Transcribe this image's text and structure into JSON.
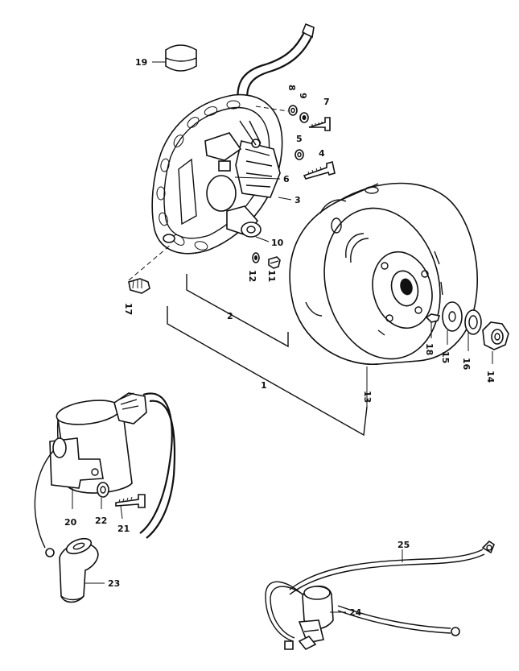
{
  "diagram": {
    "callouts": [
      {
        "id": "c1",
        "text": "1"
      },
      {
        "id": "c2",
        "text": "2"
      },
      {
        "id": "c3",
        "text": "3"
      },
      {
        "id": "c4",
        "text": "4"
      },
      {
        "id": "c5",
        "text": "5"
      },
      {
        "id": "c6",
        "text": "6"
      },
      {
        "id": "c7",
        "text": "7"
      },
      {
        "id": "c8",
        "text": "8"
      },
      {
        "id": "c9",
        "text": "9"
      },
      {
        "id": "c10",
        "text": "10"
      },
      {
        "id": "c11",
        "text": "11"
      },
      {
        "id": "c12",
        "text": "12"
      },
      {
        "id": "c13",
        "text": "13"
      },
      {
        "id": "c14",
        "text": "14"
      },
      {
        "id": "c15",
        "text": "15"
      },
      {
        "id": "c16",
        "text": "16"
      },
      {
        "id": "c17",
        "text": "17"
      },
      {
        "id": "c18",
        "text": "18"
      },
      {
        "id": "c19",
        "text": "19"
      },
      {
        "id": "c20",
        "text": "20"
      },
      {
        "id": "c21",
        "text": "21"
      },
      {
        "id": "c22",
        "text": "22"
      },
      {
        "id": "c23",
        "text": "23"
      },
      {
        "id": "c24",
        "text": "24"
      },
      {
        "id": "c25",
        "text": "25"
      }
    ]
  }
}
